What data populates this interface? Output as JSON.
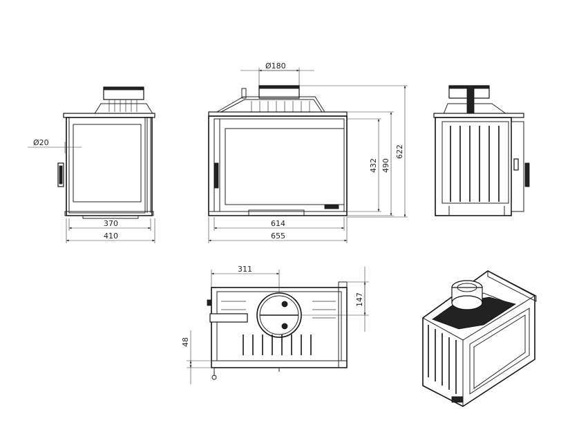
{
  "colors": {
    "line": "#222222",
    "background": "#ffffff"
  },
  "dimensions": {
    "d180": "Ø180",
    "d20": "Ø20",
    "w370": "370",
    "w410": "410",
    "w614": "614",
    "w655": "655",
    "h432": "432",
    "h490": "490",
    "h622": "622",
    "w311": "311",
    "d147": "147",
    "d48": "48"
  }
}
